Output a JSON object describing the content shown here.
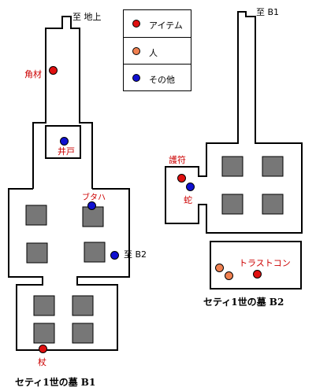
{
  "colors": {
    "item": "#e01010",
    "person": "#f08050",
    "other": "#1010d0",
    "label_red": "#cc0000",
    "pillar": "#777777"
  },
  "legend": [
    {
      "label": "アイテム",
      "kind": "item"
    },
    {
      "label": "人",
      "kind": "person"
    },
    {
      "label": "その他",
      "kind": "other"
    }
  ],
  "map_b1": {
    "title": "セティ1世の墓 B1",
    "to_ground_label": "至 地上",
    "to_b2_label": "至 B2",
    "markers": {
      "kakuzai": "角材",
      "ido": "井戸",
      "butaha": "ブタハ",
      "tsue": "杖"
    }
  },
  "map_b2": {
    "title": "セティ1世の墓 B2",
    "to_b1_label": "至 B1",
    "markers": {
      "gofu": "護符",
      "hebi": "蛇",
      "trustcon": "トラストコン"
    }
  }
}
